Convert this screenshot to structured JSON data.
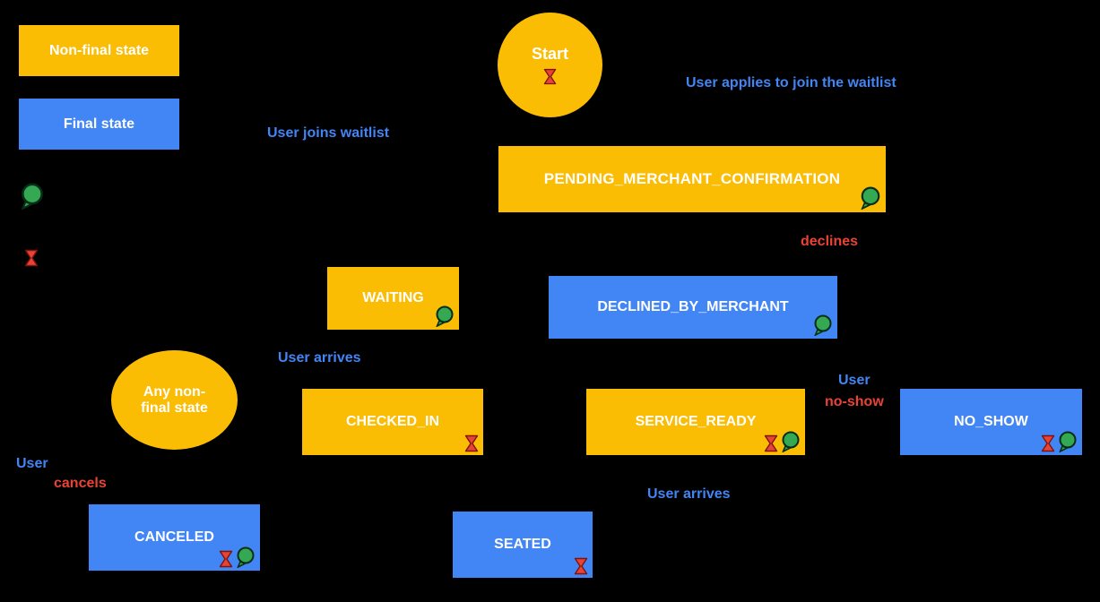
{
  "legend": {
    "nonfinal_label": "Non-final state",
    "final_label": "Final state"
  },
  "nodes": {
    "start": "Start",
    "pending_merchant_confirmation": "PENDING_MERCHANT_CONFIRMATION",
    "waiting": "WAITING",
    "declined_by_merchant": "DECLINED_BY_MERCHANT",
    "any_nonfinal": "Any non-final state",
    "checked_in": "CHECKED_IN",
    "service_ready": "SERVICE_READY",
    "no_show": "NO_SHOW",
    "canceled": "CANCELED",
    "seated": "SEATED"
  },
  "edge_labels": {
    "apply": "User applies to join the waitlist",
    "join": "User joins waitlist",
    "declines": "declines",
    "arrives_checked_in": "User arrives",
    "user_noshow_user": "User",
    "user_noshow": "no-show",
    "user_cancels_user": "User",
    "user_cancels": "cancels",
    "arrives_seated": "User arrives"
  },
  "icons": {
    "notification": "green-circle-notification",
    "timer": "red-hourglass-timer"
  },
  "colors": {
    "background": "#000000",
    "nonfinal_fill": "#FBBC04",
    "final_fill": "#4285F4",
    "edge_blue": "#4285F4",
    "edge_red": "#EA4335",
    "icon_green": "#34A853",
    "icon_red": "#EA4335",
    "node_text": "#FFFFFF"
  }
}
